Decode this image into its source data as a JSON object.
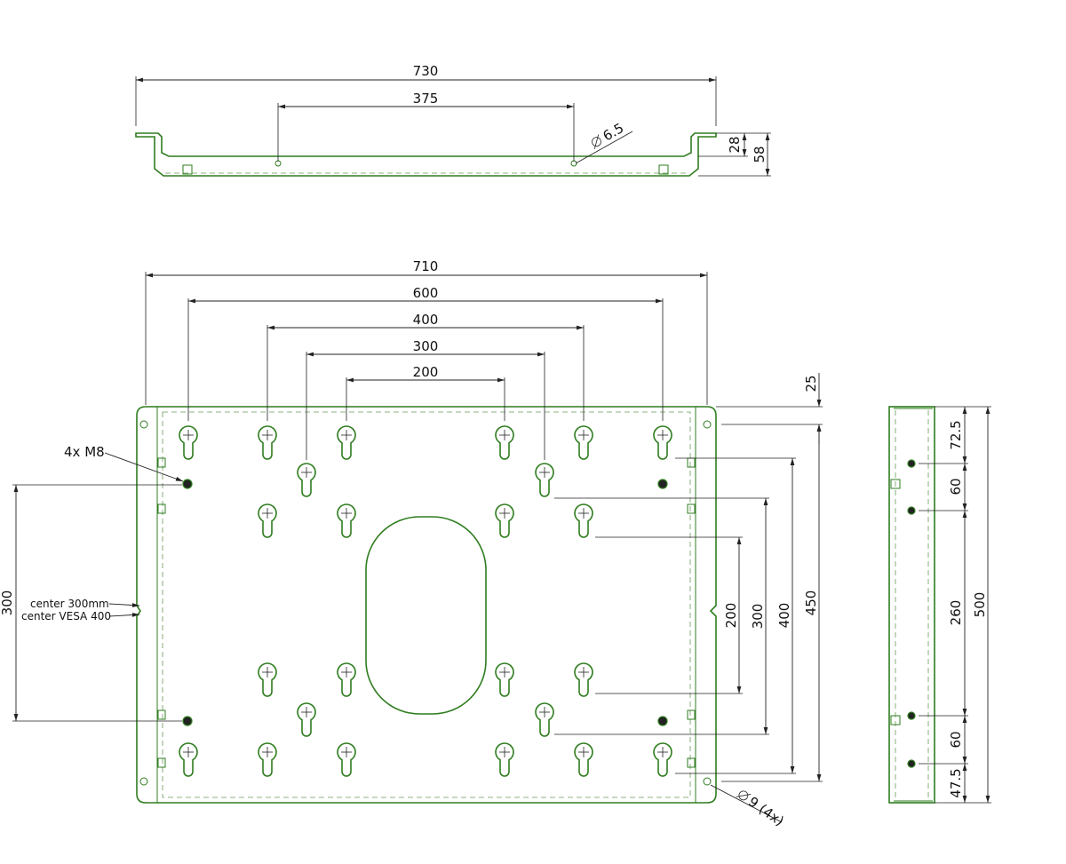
{
  "colors": {
    "part_outline": "#2f7d1f",
    "dimension": "#222222",
    "background": "#ffffff"
  },
  "top_view": {
    "overall_width": "730",
    "hole_spacing": "375",
    "hole_diameter": "6.5",
    "flange_height": "28",
    "total_height": "58"
  },
  "front_view": {
    "overall_width": "710",
    "pattern_600": "600",
    "pattern_400": "400",
    "pattern_300": "300",
    "pattern_200": "200",
    "top_offset": "25",
    "v_200": "200",
    "v_300": "300",
    "v_400": "400",
    "v_450": "450",
    "m8_label": "4x M8",
    "left_300": "300",
    "center_300_label": "center 300mm",
    "center_vesa_label": "center VESA 400",
    "corner_hole_label": "9 (4x)"
  },
  "side_view": {
    "d_72_5": "72.5",
    "d_60_top": "60",
    "d_260": "260",
    "d_60_bottom": "60",
    "d_47_5": "47.5",
    "overall_height": "500"
  }
}
